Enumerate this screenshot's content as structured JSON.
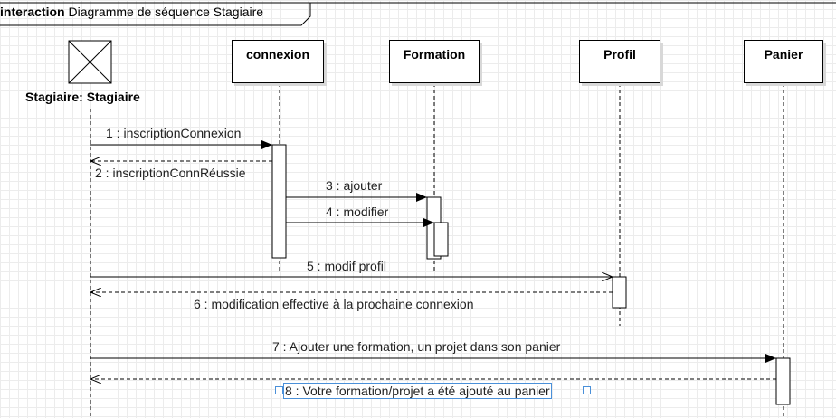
{
  "frame": {
    "keyword": "interaction",
    "title": "Diagramme de séquence Stagiaire"
  },
  "actor": {
    "label": "Stagiaire: Stagiaire"
  },
  "lifelines": [
    {
      "id": "connexion",
      "label": "connexion"
    },
    {
      "id": "formation",
      "label": "Formation"
    },
    {
      "id": "profil",
      "label": "Profil"
    },
    {
      "id": "panier",
      "label": "Panier"
    }
  ],
  "messages": [
    {
      "n": 1,
      "text": "1 : inscriptionConnexion",
      "type": "sync"
    },
    {
      "n": 2,
      "text": "2 : inscriptionConnRéussie",
      "type": "return"
    },
    {
      "n": 3,
      "text": "3 : ajouter",
      "type": "sync"
    },
    {
      "n": 4,
      "text": "4 : modifier",
      "type": "sync"
    },
    {
      "n": 5,
      "text": "5 : modif profil",
      "type": "async"
    },
    {
      "n": 6,
      "text": "6 : modification effective à la prochaine connexion",
      "type": "return"
    },
    {
      "n": 7,
      "text": "7 : Ajouter une formation, un projet dans son panier",
      "type": "sync"
    },
    {
      "n": 8,
      "text": "8 : Votre formation/projet a été ajouté au panier",
      "type": "return",
      "selected": true
    }
  ]
}
